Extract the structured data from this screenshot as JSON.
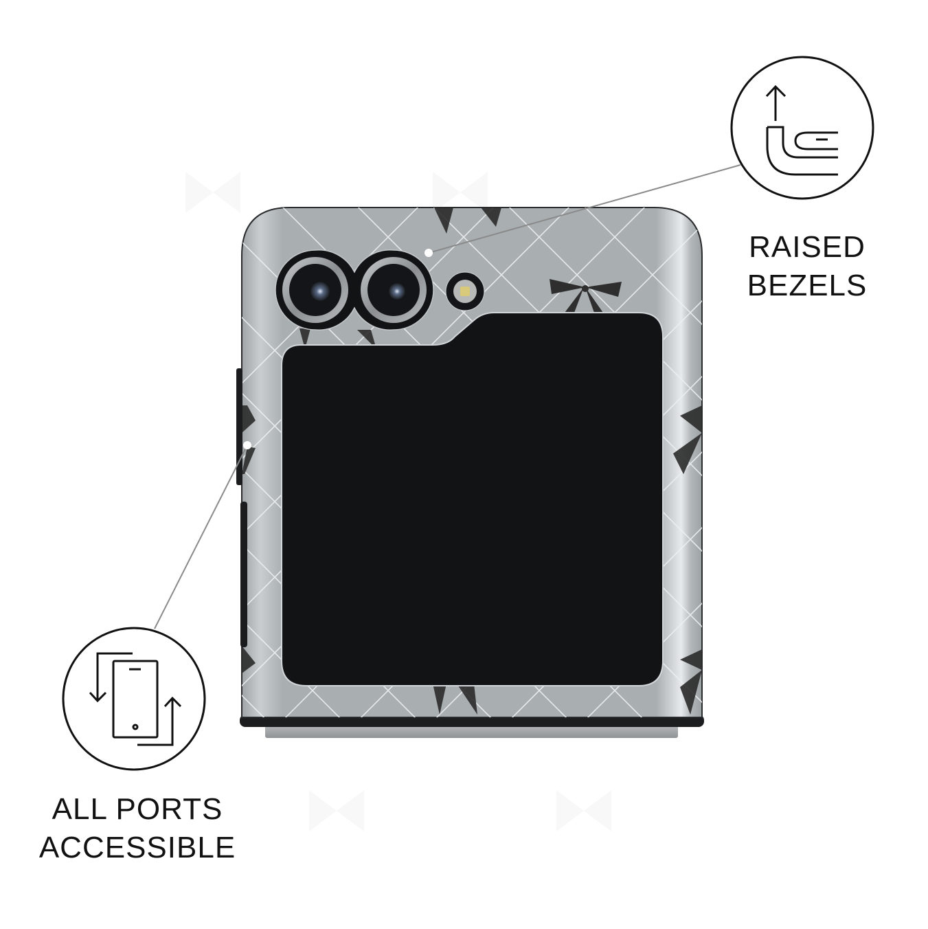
{
  "product": {
    "name": "Phone case for flip phone",
    "case_color": "#a9aeb1",
    "screen_color": "#111315",
    "pattern_line_color": "#e8ecee",
    "bow_color": "#2b2b2b"
  },
  "callouts": [
    {
      "id": "raised-bezels",
      "icon": "raised-bezel-icon",
      "lines": [
        "RAISED",
        "BEZELS"
      ]
    },
    {
      "id": "all-ports-accessible",
      "icon": "phone-rotate-icon",
      "lines": [
        "ALL PORTS",
        "ACCESSIBLE"
      ]
    }
  ]
}
